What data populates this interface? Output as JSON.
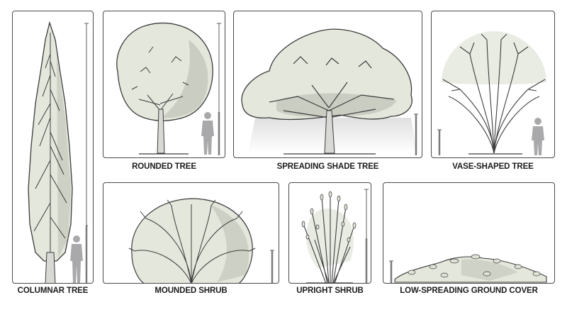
{
  "diagram": {
    "panels": [
      {
        "id": "columnar",
        "label": "COLUMNAR TREE"
      },
      {
        "id": "rounded",
        "label": "ROUNDED TREE"
      },
      {
        "id": "spreading",
        "label": "SPREADING SHADE TREE"
      },
      {
        "id": "vase",
        "label": "VASE-SHAPED TREE"
      },
      {
        "id": "mounded",
        "label": "MOUNDED SHRUB"
      },
      {
        "id": "upright",
        "label": "UPRIGHT SHRUB"
      },
      {
        "id": "groundcover",
        "label": "LOW-SPREADING GROUND COVER"
      }
    ],
    "colors": {
      "foliage": "#e4e7dc",
      "foliage_shade": "#b9bdb0",
      "line": "#3c3c3c",
      "human": "#a9a9ab",
      "border": "#4a4a4a"
    }
  }
}
